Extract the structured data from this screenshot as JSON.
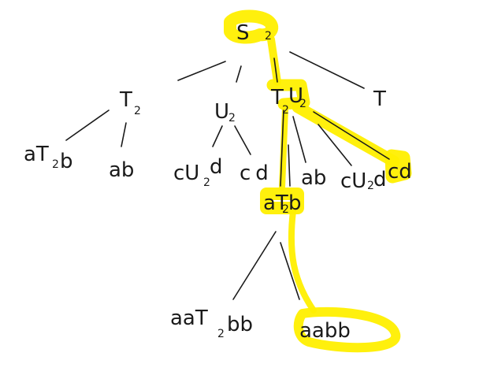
{
  "colors": {
    "ink": "#1a1a1a",
    "highlight": "#ffef00",
    "background": "#ffffff"
  },
  "tree": {
    "root": {
      "label": "S",
      "subscript": "2"
    },
    "level1": [
      {
        "label": "T",
        "subscript": "2"
      },
      {
        "label": "U",
        "subscript": "2"
      },
      {
        "label": "T",
        "subscript": "2",
        "label_b": "U",
        "subscript_b": "2"
      },
      {
        "label": "T"
      }
    ],
    "level2": [
      {
        "text": "aT",
        "subscript": "2",
        "suffix": "b"
      },
      {
        "text": "ab"
      },
      {
        "text": "cU",
        "subscript": "2",
        "suffix": "d"
      },
      {
        "text": "cd"
      },
      {
        "text": "aT",
        "subscript": "2",
        "suffix": "b"
      },
      {
        "text": "ab"
      },
      {
        "text": "cU",
        "subscript": "2",
        "suffix": "d"
      },
      {
        "text": "cd"
      }
    ],
    "level3": [
      {
        "text": "aaT",
        "subscript": "2",
        "suffix": "bb"
      },
      {
        "text": "aabb"
      }
    ]
  }
}
